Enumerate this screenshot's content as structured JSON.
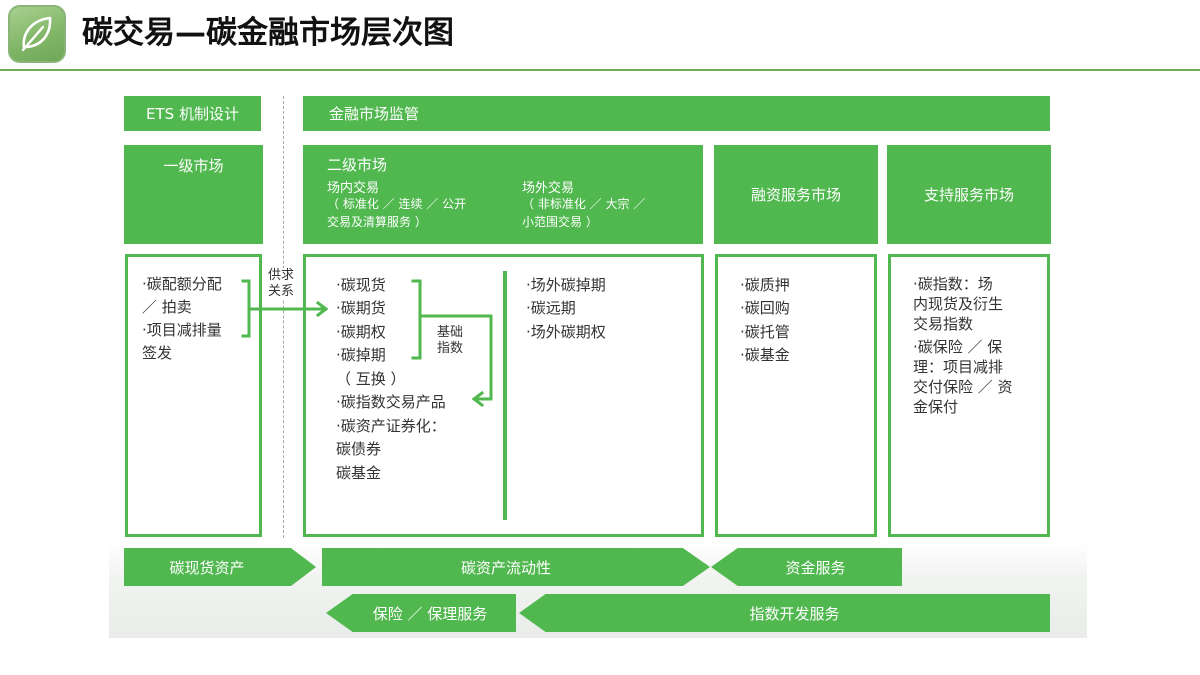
{
  "page": {
    "title": "碳交易—碳金融市场层次图",
    "logo_icon": "leaf-icon"
  },
  "colors": {
    "primary_green": "#50b84f",
    "rule_green": "#6fae55",
    "text": "#333333"
  },
  "top_bars": {
    "ets": "ETS 机制设计",
    "regulation": "金融市场监管"
  },
  "columns": {
    "primary": {
      "title": "一级市场",
      "items": [
        "·碳配额分配",
        "／ 拍卖",
        "·项目减排量",
        "签发"
      ]
    },
    "supply_label": [
      "供求",
      "关系"
    ],
    "secondary": {
      "title": "二级市场",
      "onexchange_title": "场内交易",
      "onexchange_desc": [
        "（ 标准化 ／ 连续 ／ 公开",
        "交易及清算服务 ）"
      ],
      "otc_title": "场外交易",
      "otc_desc": [
        "（ 非标准化 ／ 大宗 ／",
        "小范围交易 ）"
      ],
      "left_items": [
        "·碳现货",
        "·碳期货",
        "·碳期权",
        "·碳掉期",
        "（ 互换 ）",
        "·碳指数交易产品",
        "·碳资产证券化：",
        "碳债券",
        "碳基金"
      ],
      "base_index_label": [
        "基础",
        "指数"
      ],
      "right_items": [
        "·场外碳掉期",
        "·碳远期",
        "·场外碳期权"
      ]
    },
    "financing": {
      "title": "融资服务市场",
      "items": [
        "·碳质押",
        "·碳回购",
        "·碳托管",
        "·碳基金"
      ]
    },
    "support": {
      "title": "支持服务市场",
      "items": [
        "·碳指数：场",
        "内现货及衍生",
        "交易指数",
        "·碳保险 ／ 保",
        "理：项目减排",
        "交付保险 ／ 资",
        "金保付"
      ]
    }
  },
  "bottom_row1": {
    "spot_asset": "碳现货资产",
    "liquidity": "碳资产流动性",
    "capital": "资金服务"
  },
  "bottom_row2": {
    "insurance": "保险 ／ 保理服务",
    "index_dev": "指数开发服务"
  }
}
